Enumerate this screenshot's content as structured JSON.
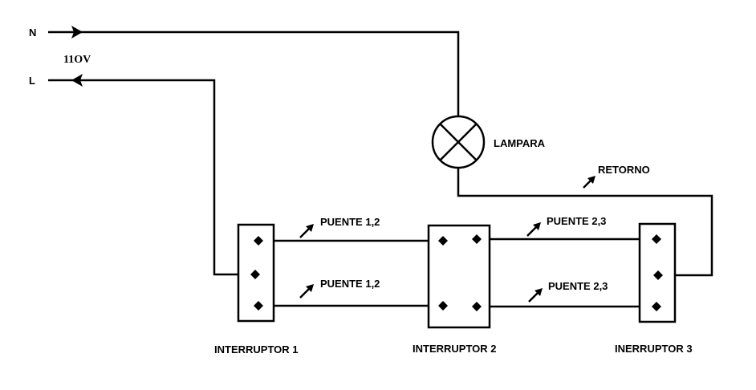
{
  "labels": {
    "neutral": "N",
    "line": "L",
    "voltage": "11OV",
    "lamp": "LAMPARA",
    "return": "RETORNO",
    "bridge_12_top": "PUENTE 1,2",
    "bridge_12_bottom": "PUENTE 1,2",
    "bridge_23_top": "PUENTE 2,3",
    "bridge_23_bottom": "PUENTE 2,3",
    "switch1": "INTERRUPTOR 1",
    "switch2": "INTERRUPTOR 2",
    "switch3": "INERRUPTOR 3"
  }
}
